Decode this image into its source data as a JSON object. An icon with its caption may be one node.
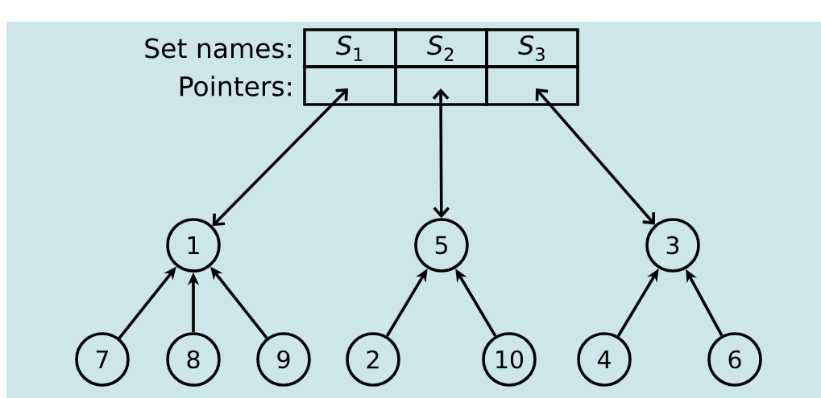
{
  "diagram": {
    "nodes": [
      {
        "text": [
          "*S*$_{1}$"
        ]
      },
      {
        "text": [
          "*S*$_{2}$"
        ]
      },
      {
        "text": [
          "*S*$_{3}$"
        ]
      },
      {
        "text": [],
        "shape": "box"
      },
      {
        "text": [],
        "shape": "box"
      },
      {
        "text": [],
        "shape": "box"
      },
      {
        "text": [
          "1"
        ]
      },
      {
        "text": [
          "5"
        ]
      },
      {
        "text": [
          "3"
        ]
      },
      {
        "text": [
          "7"
        ]
      },
      {
        "text": [
          "8"
        ]
      },
      {
        "text": [
          "9"
        ]
      },
      {
        "text": [
          "2"
        ]
      },
      {
        "text": [
          "10"
        ]
      },
      {
        "text": [
          "4"
        ]
      },
      {
        "text": [
          "6"
        ]
      }
    ],
    "edges": [
      {
        "from": 6,
        "to": 3,
        "arrow": "both"
      },
      {
        "from": 7,
        "to": 4,
        "arrow": "both"
      },
      {
        "from": 8,
        "to": 5,
        "arrow": "both"
      },
      {
        "from": 9,
        "to": 6,
        "arrow": "to"
      },
      {
        "from": 10,
        "to": 6,
        "arrow": "to"
      },
      {
        "from": 11,
        "to": 6,
        "arrow": "to"
      },
      {
        "from": 12,
        "to": 7,
        "arrow": "to"
      },
      {
        "from": 13,
        "to": 7,
        "arrow": "to"
      },
      {
        "from": 14,
        "to": 8,
        "arrow": "to"
      },
      {
        "from": 15,
        "to": 8,
        "arrow": "to"
      }
    ],
    "labels": [
      "Set names:",
      "Pointers:"
    ]
  }
}
